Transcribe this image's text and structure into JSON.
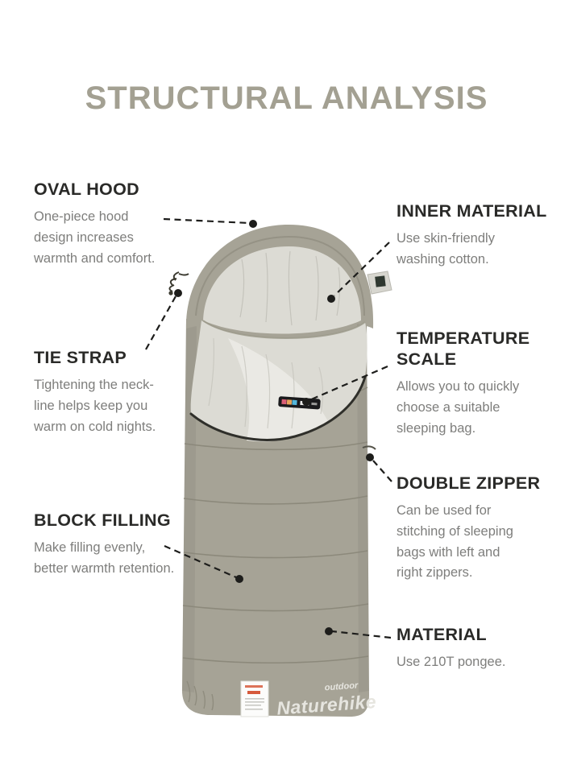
{
  "title": "STRUCTURAL ANALYSIS",
  "callouts": [
    {
      "id": "oval-hood",
      "title": "OVAL HOOD",
      "description": "One-piece hood\ndesign increases\nwarmth and comfort."
    },
    {
      "id": "tie-strap",
      "title": "TIE STRAP",
      "description": "Tightening the neck-\nline helps keep you\nwarm on cold nights."
    },
    {
      "id": "block-filling",
      "title": "BLOCK FILLING",
      "description": "Make filling evenly,\nbetter warmth retention."
    },
    {
      "id": "inner-material",
      "title": "INNER MATERIAL",
      "description": "Use skin-friendly\nwashing cotton."
    },
    {
      "id": "temperature-scale",
      "title": "TEMPERATURE\nSCALE",
      "description": "Allows you to quickly\nchoose a suitable\nsleeping bag."
    },
    {
      "id": "double-zipper",
      "title": "DOUBLE ZIPPER",
      "description": "Can be used for\nstitching of sleeping\nbags with left and\nright zippers."
    },
    {
      "id": "material",
      "title": "MATERIAL",
      "description": "Use 210T pongee."
    }
  ],
  "product": {
    "brand": "Naturehike",
    "brand_script": "outdoor"
  },
  "colors": {
    "title": "#a3a092",
    "heading": "#2a2a28",
    "body_text": "#7e7e7c",
    "leader_line": "#1d1d1b",
    "bag_outer": "#a6a396",
    "bag_shade": "#8a8779",
    "bag_lining": "#dcdbd4",
    "lining_bright": "#eae9e4",
    "piping": "#2f2f2a",
    "logo_text": "#e6e5df",
    "tag_accent": "#d65a3c"
  }
}
